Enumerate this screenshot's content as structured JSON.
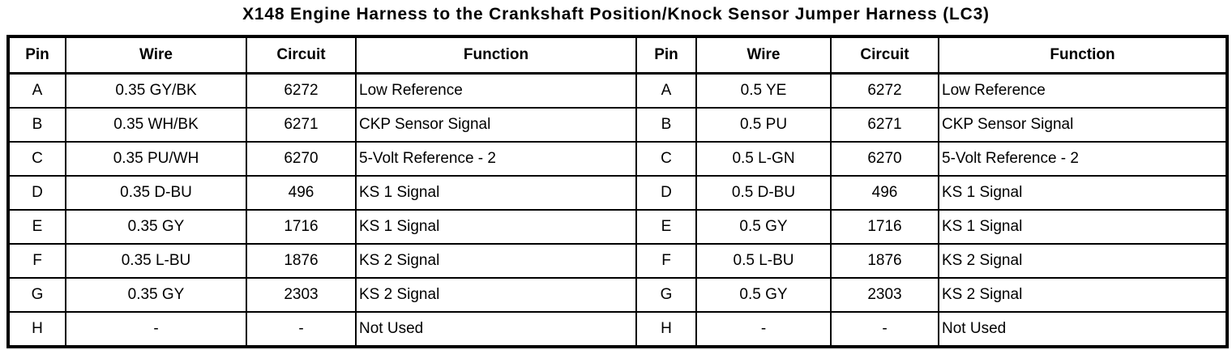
{
  "title": "X148 Engine Harness to the Crankshaft Position/Knock Sensor Jumper Harness (LC3)",
  "table": {
    "headers": [
      "Pin",
      "Wire",
      "Circuit",
      "Function",
      "Pin",
      "Wire",
      "Circuit",
      "Function"
    ],
    "rows": [
      [
        "A",
        "0.35 GY/BK",
        "6272",
        "Low Reference",
        "A",
        "0.5 YE",
        "6272",
        "Low Reference"
      ],
      [
        "B",
        "0.35 WH/BK",
        "6271",
        "CKP Sensor Signal",
        "B",
        "0.5 PU",
        "6271",
        "CKP Sensor Signal"
      ],
      [
        "C",
        "0.35 PU/WH",
        "6270",
        "5-Volt Reference - 2",
        "C",
        "0.5 L-GN",
        "6270",
        "5-Volt Reference - 2"
      ],
      [
        "D",
        "0.35 D-BU",
        "496",
        "KS 1 Signal",
        "D",
        "0.5 D-BU",
        "496",
        "KS 1 Signal"
      ],
      [
        "E",
        "0.35 GY",
        "1716",
        "KS 1 Signal",
        "E",
        "0.5 GY",
        "1716",
        "KS 1 Signal"
      ],
      [
        "F",
        "0.35 L-BU",
        "1876",
        "KS 2 Signal",
        "F",
        "0.5 L-BU",
        "1876",
        "KS 2 Signal"
      ],
      [
        "G",
        "0.35 GY",
        "2303",
        "KS 2 Signal",
        "G",
        "0.5 GY",
        "2303",
        "KS 2 Signal"
      ],
      [
        "H",
        "-",
        "-",
        "Not Used",
        "H",
        "-",
        "-",
        "Not Used"
      ]
    ]
  }
}
